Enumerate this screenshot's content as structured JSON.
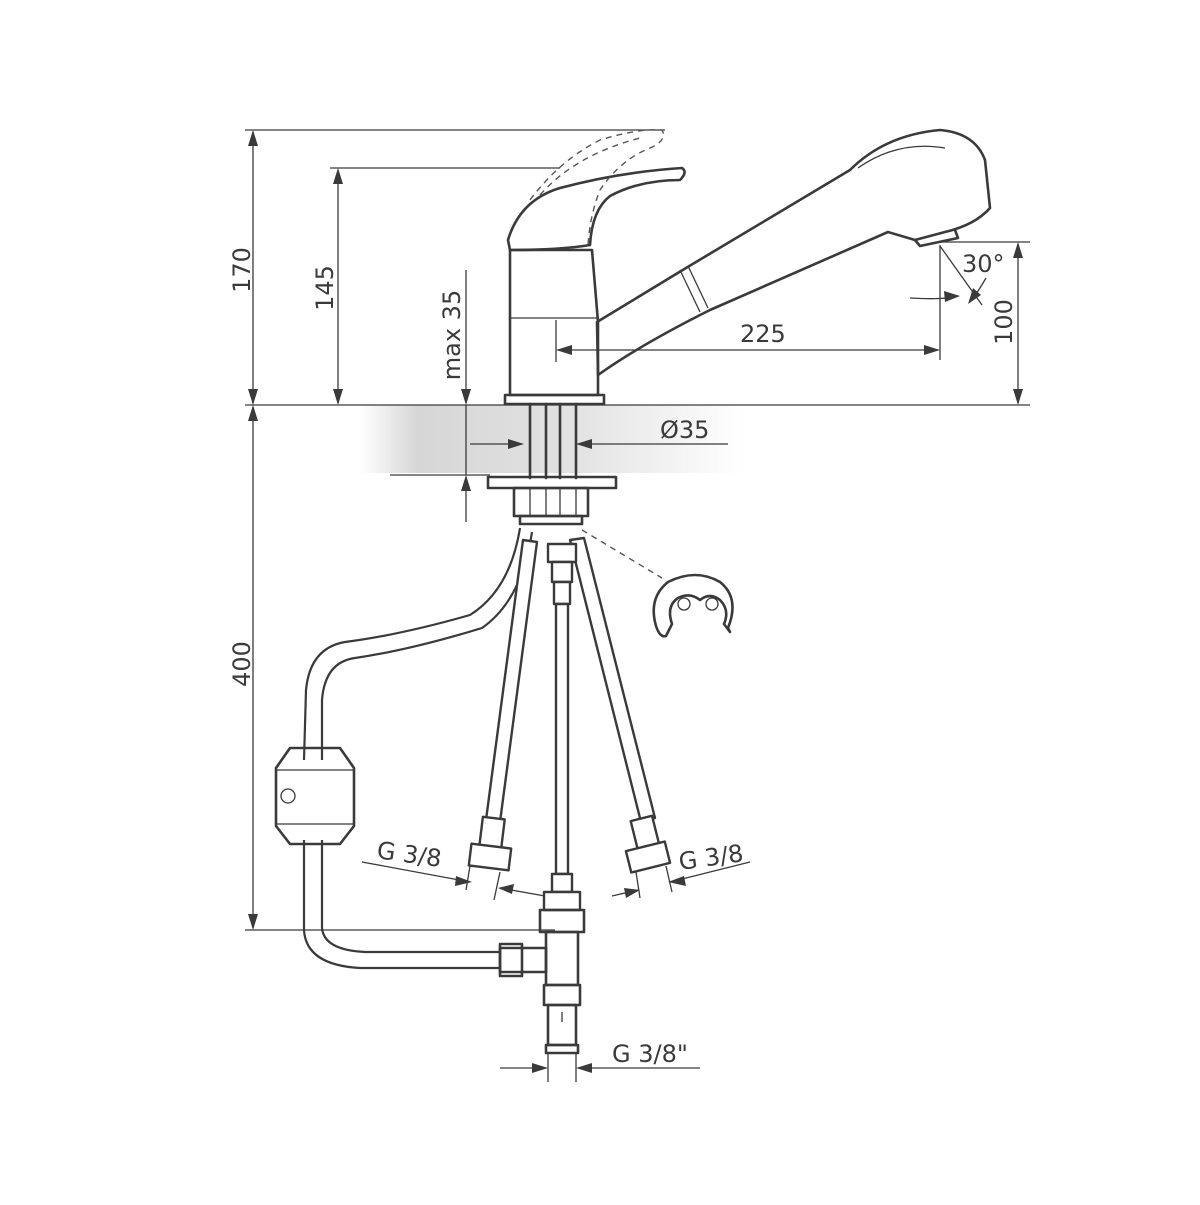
{
  "dimensions": {
    "total_height": "170",
    "lever_height": "145",
    "max_thickness": "max 35",
    "spout_height": "100",
    "spout_reach": "225",
    "spray_angle": "30°",
    "hole_diameter": "Ø35",
    "hose_length": "400",
    "hose_thread_left": "G 3/8",
    "hose_thread_right": "G 3/8",
    "outlet_thread": "G 3/8\""
  },
  "colors": {
    "line": "#3a3a3a",
    "countertop_shade": "#d9d9d9"
  }
}
